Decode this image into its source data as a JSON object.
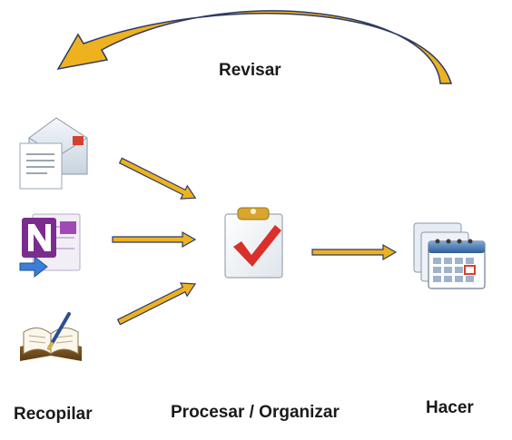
{
  "labels": {
    "review": "Revisar",
    "collect": "Recopilar",
    "process": "Procesar / Organizar",
    "do": "Hacer"
  },
  "colors": {
    "arrow_fill": "#EDB21E",
    "arrow_outline": "#2E3A66",
    "check": "#D9302C",
    "onenote_purple": "#7B2C8E"
  },
  "icons": {
    "collect": [
      "mail-document-icon",
      "onenote-icon",
      "notebook-pen-icon"
    ],
    "process": "clipboard-check-icon",
    "do": "calendar-icon"
  }
}
